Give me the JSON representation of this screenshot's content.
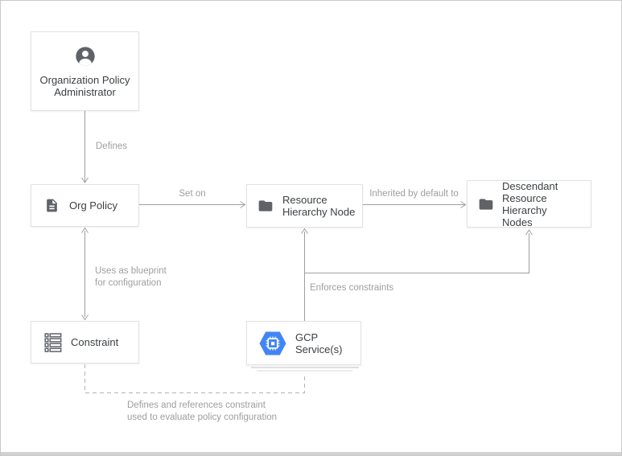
{
  "window": {
    "background": "#ffffff",
    "frame_border": "#c9c9c9",
    "bottom_bar": "#d2d2d2"
  },
  "diagram": {
    "nodes": {
      "admin": {
        "icon": "person-icon",
        "lines": [
          "Organization Policy",
          "Administrator"
        ]
      },
      "org_policy": {
        "icon": "document-icon",
        "lines": [
          "Org Policy"
        ]
      },
      "resource_node": {
        "icon": "folder-icon",
        "lines": [
          "Resource",
          "Hierarchy Node"
        ]
      },
      "descendant_nodes": {
        "icon": "folder-icon",
        "lines": [
          "Descendant",
          "Resource Hierarchy",
          "Nodes"
        ]
      },
      "constraint": {
        "icon": "list-icon",
        "lines": [
          "Constraint"
        ]
      },
      "gcp_service": {
        "icon": "gcp-hexagon-icon",
        "lines": [
          "GCP Service(s)"
        ]
      }
    },
    "edges": [
      {
        "from": "admin",
        "to": "org_policy",
        "style": "solid-arrow",
        "label": "Defines"
      },
      {
        "from": "org_policy",
        "to": "resource_node",
        "style": "solid-arrow",
        "label": "Set on"
      },
      {
        "from": "resource_node",
        "to": "descendant_nodes",
        "style": "solid-arrow",
        "label": "Inherited by default to"
      },
      {
        "from": "org_policy",
        "to": "constraint",
        "style": "double-arrow",
        "label": "Uses as blueprint for configuration",
        "label_lines": [
          "Uses as blueprint",
          "for configuration"
        ]
      },
      {
        "from": "gcp_service",
        "to": "resource_node",
        "style": "solid-arrow",
        "label": "Enforces constraints"
      },
      {
        "from": "gcp_service",
        "to": "descendant_nodes",
        "style": "solid-arrow",
        "label": "Enforces constraints"
      },
      {
        "from": "constraint",
        "to": "gcp_service",
        "style": "dashed",
        "label": "Defines and references constraint used to evaluate policy configuration",
        "label_lines": [
          "Defines and references constraint",
          "used to evaluate policy configuration"
        ]
      }
    ],
    "colors": {
      "node_border": "#e2e2e2",
      "node_text": "#3c4043",
      "icon_gray": "#5f6368",
      "line_gray": "#9e9e9e",
      "label_gray": "#9e9e9e",
      "gcp_blue": "#4285f4"
    }
  }
}
